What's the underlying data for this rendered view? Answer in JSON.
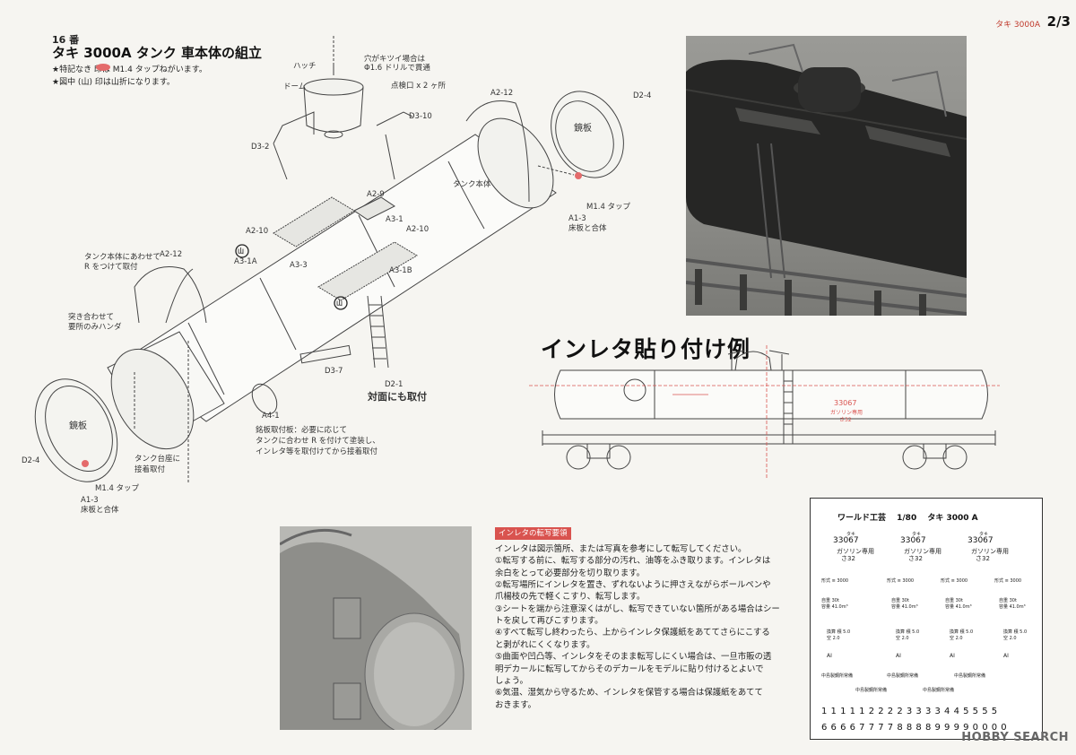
{
  "header": {
    "step": "16 番",
    "title": "タキ 3000A タンク 車本体の組立",
    "note1": "★特記なき      印は M1.4 タップねがいます。",
    "note2": "★図中 (山) 印は山折になります。",
    "page_label": "タキ 3000A",
    "page_number": "2/3"
  },
  "diagram_labels": {
    "hatch": "ハッチ",
    "dome": "ドーム",
    "hole_note_1": "穴がキツイ場合は",
    "hole_note_2": "Φ1.6 ドリルで貫通",
    "inspection": "点検口 x 2 ヶ所",
    "d3_10": "D3-10",
    "d3_2": "D3-2",
    "a2_12_top": "A2-12",
    "d2_4_top": "D2-4",
    "kagami_top": "鏡板",
    "tank_body": "タンク本体",
    "m14_top": "M1.4 タップ",
    "a1_3_top": "A1-3",
    "floor_top": "床板と合体",
    "a2_9": "A2-9",
    "a3_1": "A3-1",
    "a2_10_l": "A2-10",
    "a2_10_r": "A2-10",
    "yama1": "山",
    "a3_1a": "A3-1A",
    "a3_3": "A3-3",
    "a3_1b": "A3-1B",
    "yama2": "山",
    "fit_note_1": "タンク本体にあわせて",
    "fit_note_2": "R をつけて取付",
    "a2_12_left": "A2-12",
    "butt_1": "突き合わせて",
    "butt_2": "要所のみハンダ",
    "d3_7": "D3-7",
    "d2_1": "D2-1",
    "opposite": "対面にも取付",
    "a4_1": "A4-1",
    "plate_1": "銘板取付板：必要に応じて",
    "plate_2": "タンクに合わせ R を付けて塗装し、",
    "plate_3": "インレタ等を取付けてから接着取付",
    "kagami_left": "鏡板",
    "d2_4_left": "D2-4",
    "saddle_1": "タンク台座に",
    "saddle_2": "接着取付",
    "m14_left": "M1.4 タップ",
    "a1_3_left": "A1-3",
    "floor_left": "床板と合体"
  },
  "inleta": {
    "title": "インレタ貼り付け例",
    "car_number": "33067",
    "car_sub": "ガソリン専用",
    "car_sub2": "さ32"
  },
  "transfer": {
    "heading": "インレタの転写要領",
    "lines": [
      "インレタは図示箇所、または写真を参考にして転写してください。",
      "①転写する前に、転写する部分の汚れ、油等をふき取ります。インレタは",
      "余白をとって必要部分を切り取ります。",
      "②転写場所にインレタを置き、ずれないように押さえながらボールペンや",
      "爪楊枝の先で軽くこすり、転写します。",
      "③シートを端から注意深くはがし、転写できていない箇所がある場合はシー",
      "トを戻して再びこすります。",
      "④すべて転写し終わったら、上からインレタ保護紙をあててさらにこする",
      "と剥がれにくくなります。",
      "⑤曲面や凹凸等、インレタをそのまま転写しにくい場合は、一旦市販の透",
      "明デカールに転写してからそのデカールをモデルに貼り付けるとよいで",
      "しょう。",
      "⑥気温、湿気から守るため、インレタを保管する場合は保護紙をあてて",
      "おきます。"
    ]
  },
  "decal": {
    "header": "ワールド工芸　 1/80　 タキ 3000 A",
    "number": "33067",
    "taki": "タキ",
    "sub": "ガソリン専用",
    "sub2": "さ32",
    "type": "形式 ≡ 3000",
    "spec1": "自重 30t",
    "spec2": "容量 41.0m³",
    "spec3": "換算 積 5.0",
    "spec4": "空 2.0",
    "ai": "AI",
    "stn": "中島製鋼所常備",
    "digits1": "1 1 1 1 1 2 2 2 2 3 3 3 3 4 4 5 5 5 5",
    "digits2": "6 6 6 6 7 7 7 7 8 8 8 8 9 9 9 9 0 0 0 0"
  },
  "watermark": "HOBBY SEARCH"
}
